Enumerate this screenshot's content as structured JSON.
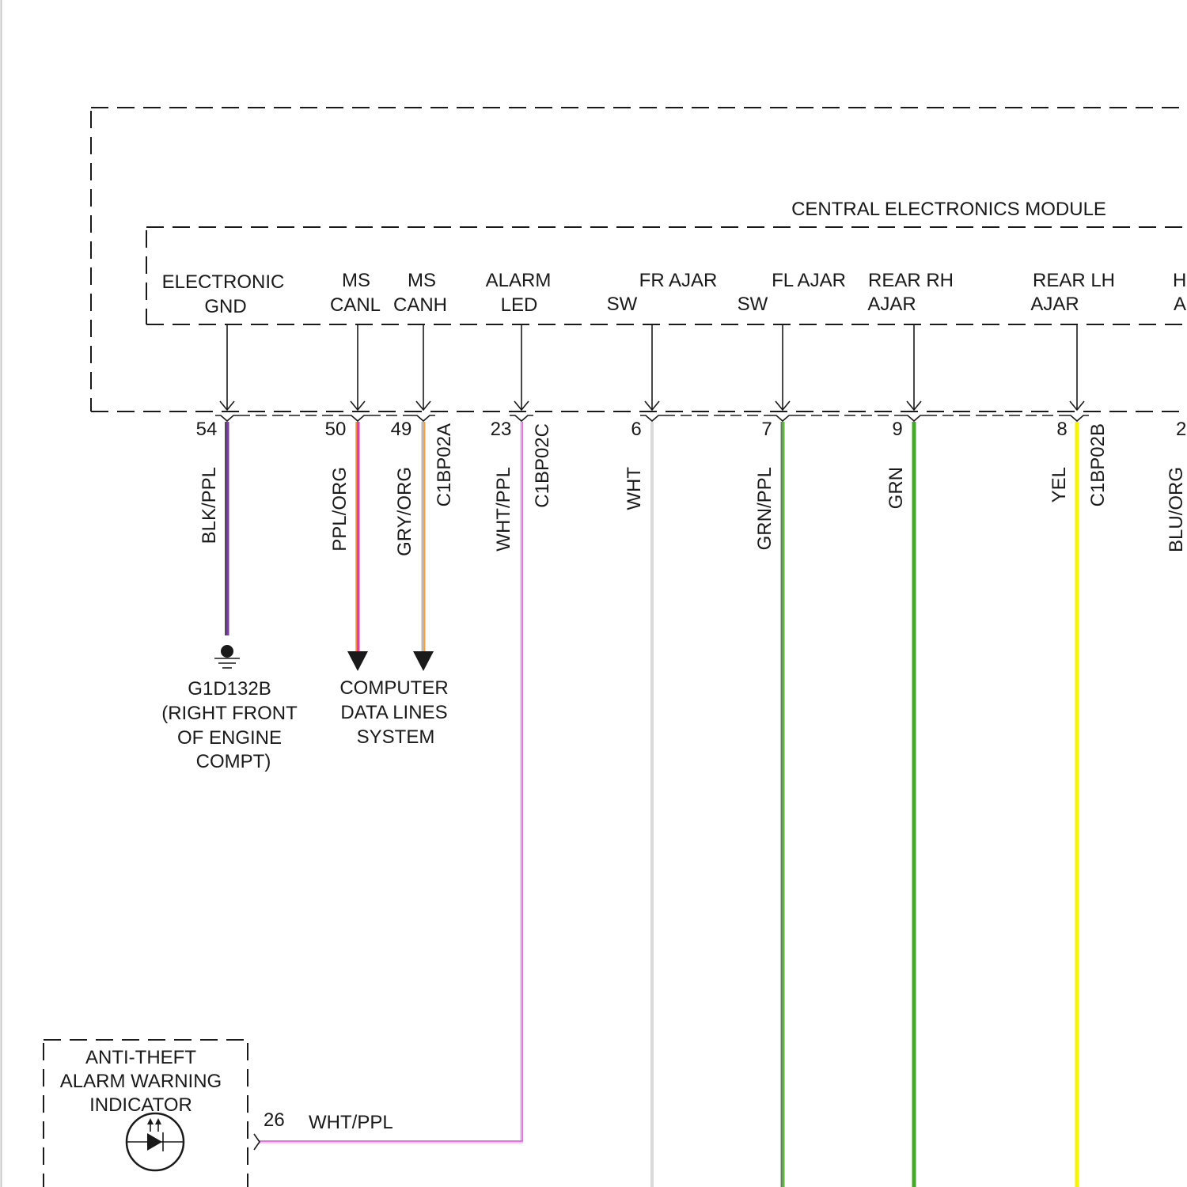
{
  "module": {
    "title": "CENTRAL ELECTRONICS MODULE",
    "circuits": [
      {
        "function": [
          "ELECTRONIC",
          "GND"
        ],
        "pin": "54",
        "wire_color": "BLK/PPL"
      },
      {
        "function": [
          "MS",
          "CANL"
        ],
        "pin": "50",
        "wire_color": "PPL/ORG"
      },
      {
        "function": [
          "MS",
          "CANH"
        ],
        "pin": "49",
        "wire_color": "GRY/ORG"
      },
      {
        "function": [
          "ALARM",
          "LED"
        ],
        "pin": "23",
        "wire_color": "WHT/PPL"
      },
      {
        "function": [
          "FR AJAR",
          "SW"
        ],
        "pin": "6",
        "wire_color": "WHT"
      },
      {
        "function": [
          "FL AJAR",
          "SW"
        ],
        "pin": "7",
        "wire_color": "GRN/PPL"
      },
      {
        "function": [
          "REAR RH",
          "AJAR"
        ],
        "pin": "9",
        "wire_color": "GRN"
      },
      {
        "function": [
          "REAR LH",
          "AJAR"
        ],
        "pin": "8",
        "wire_color": "YEL"
      },
      {
        "function": [
          "H",
          "A"
        ],
        "pin": "2",
        "wire_color": "BLU/ORG"
      }
    ],
    "connectors": [
      "C1BP02A",
      "C1BP02C",
      "C1BP02B"
    ]
  },
  "ground": {
    "lines": [
      "G1D132B",
      "(RIGHT FRONT",
      "OF ENGINE",
      "COMPT)"
    ]
  },
  "data_lines": {
    "lines": [
      "COMPUTER",
      "DATA LINES",
      "SYSTEM"
    ]
  },
  "indicator": {
    "lines": [
      "ANTI-THEFT",
      "ALARM WARNING",
      "INDICATOR"
    ],
    "pin": "26",
    "wire_color": "WHT/PPL"
  },
  "icons": {
    "pin_signal": "arrow-down-icon",
    "terminal": "connector-terminal-icon",
    "ground": "ground-icon",
    "data_line_continuation": "triangle-down-icon",
    "indicator_lamp": "led-icon"
  },
  "colors": {
    "ink": "#1a1a1a",
    "blk_ppl": "#7b3f9c",
    "blk_ppl_stripe": "#2b2b2b",
    "ppl_org": "#e63ea0",
    "ppl_org_stripe": "#f08c3a",
    "gry_org": "#b9b9b9",
    "gry_org_stripe": "#f2a245",
    "wht_ppl": "#f1c6f1",
    "wht_ppl_stripe": "#d860d8",
    "wht": "#d9d9d9",
    "grn_ppl": "#5fb53e",
    "grn_ppl_stripe": "#9c4fb2",
    "grn": "#46a829",
    "yel": "#f5f500"
  }
}
